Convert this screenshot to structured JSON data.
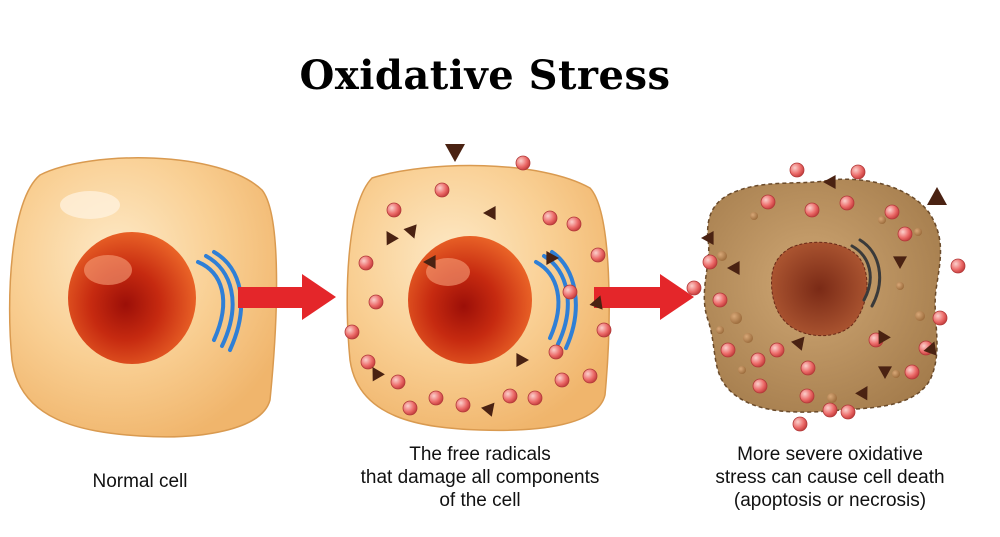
{
  "title": "Oxidative Stress",
  "captions": {
    "normal": "Normal cell",
    "radicals": "The free radicals\nthat damage all components\nof the cell",
    "death": "More severe oxidative\nstress can cause cell death\n(apoptosis or necrosis)"
  },
  "colors": {
    "cytoplasm": "#f7c88a",
    "cytoplasm_light": "#fbe0b4",
    "nucleus_outer": "#e8501e",
    "nucleus_inner": "#a8180c",
    "golgi": "#2f7fd6",
    "arrow": "#e4262a",
    "free_radical": "#e25a5a",
    "triangle": "#5a2a14",
    "dead_cell": "#b48a58",
    "dead_nucleus": "#8c3c24"
  }
}
